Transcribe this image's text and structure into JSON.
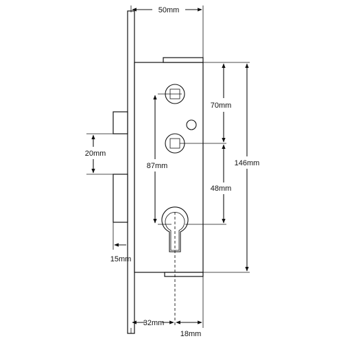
{
  "dimensions": {
    "top_width": "50mm",
    "upper_spindle_spacing": "70mm",
    "total_height": "146mm",
    "spindle_to_cylinder": "87mm",
    "lower_spacing": "48mm",
    "bolt_spacing": "20mm",
    "forend_depth": "15mm",
    "backset": "32mm",
    "cylinder_offset": "18mm"
  }
}
